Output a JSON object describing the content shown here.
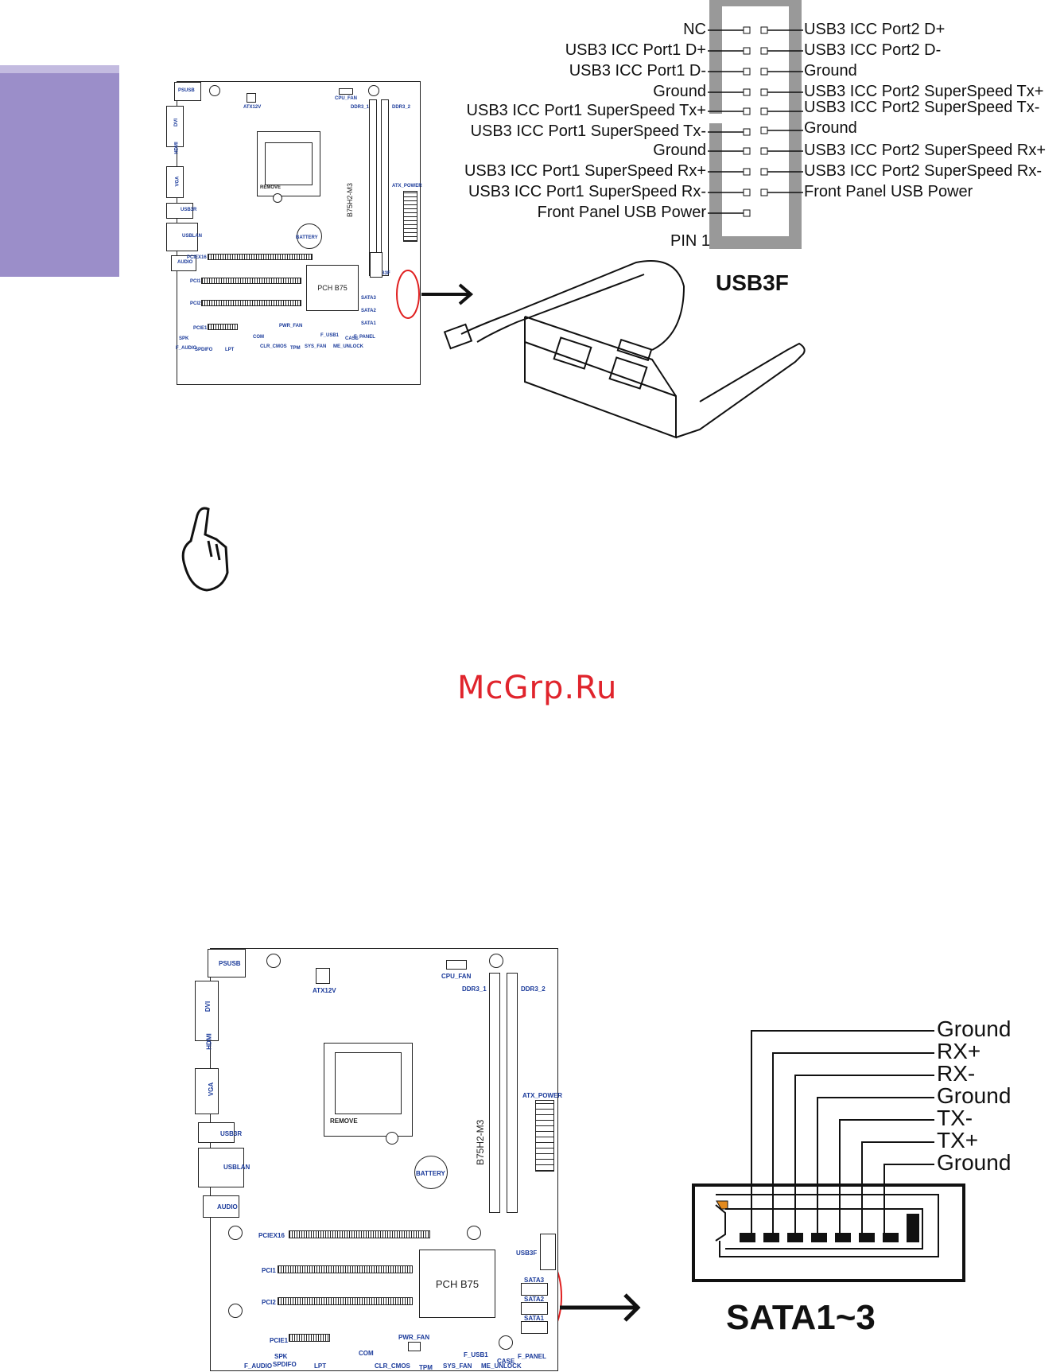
{
  "watermark": "McGrp.Ru",
  "usb3f": {
    "title": "USB3F",
    "pin1_label": "PIN 1",
    "left_pins": [
      "NC",
      "USB3 ICC Port1 D+",
      "USB3 ICC Port1 D-",
      "Ground",
      "USB3 ICC Port1 SuperSpeed Tx+",
      "USB3 ICC Port1 SuperSpeed Tx-",
      "Ground",
      "USB3 ICC Port1 SuperSpeed Rx+",
      "USB3 ICC Port1 SuperSpeed Rx-",
      "Front Panel USB Power"
    ],
    "right_pins": [
      "USB3 ICC Port2 D+",
      "USB3 ICC Port2 D-",
      "Ground",
      "USB3 ICC Port2 SuperSpeed Tx+",
      "USB3 ICC Port2 SuperSpeed Tx-",
      "Ground",
      "USB3 ICC Port2 SuperSpeed Rx+",
      "USB3 ICC Port2 SuperSpeed Rx-",
      "Front Panel USB Power"
    ]
  },
  "sata": {
    "title": "SATA1~3",
    "pins": [
      "Ground",
      "RX+",
      "RX-",
      "Ground",
      "TX-",
      "TX+",
      "Ground"
    ]
  },
  "board": {
    "psusb": "PSUSB",
    "atx12v": "ATX12V",
    "cpu_fan": "CPU_FAN",
    "ddr3_1": "DDR3_1",
    "ddr3_2": "DDR3_2",
    "model": "B75H2-M3",
    "atx_power": "ATX_POWER",
    "dvi": "DVI",
    "hdmi": "HDMI",
    "vga": "VGA",
    "usb3r": "USB3R",
    "usblan": "USBLAN",
    "audio": "AUDIO",
    "remove": "REMOVE",
    "battery": "BATTERY",
    "pciex16": "PCIEX16",
    "usb3f": "USB3F",
    "pci1": "PCI1",
    "pci2": "PCI2",
    "pch": "PCH B75",
    "sata3": "SATA3",
    "sata2": "SATA2",
    "sata1": "SATA1",
    "pcie1": "PCIE1",
    "pwr_fan": "PWR_FAN",
    "com": "COM",
    "f_usb1": "F_USB1",
    "case": "CASE",
    "f_panel": "F_PANEL",
    "spk": "SPK",
    "f_audio": "F_AUDIO",
    "spdifo": "SPDIFO",
    "lpt": "LPT",
    "clr_cmos": "CLR_CMOS",
    "tpm": "TPM",
    "sys_fan": "SYS_FAN",
    "me_unlock": "ME_UNLOCK"
  }
}
